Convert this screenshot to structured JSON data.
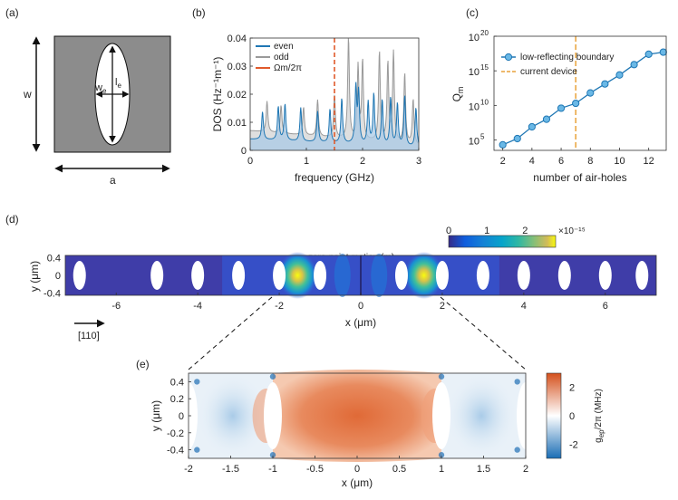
{
  "panels": {
    "a": {
      "label": "(a)",
      "w_label": "w",
      "a_label": "a",
      "we_label": "w",
      "we_sub": "e",
      "le_label": "l",
      "le_sub": "e"
    },
    "b": {
      "label": "(b)"
    },
    "c": {
      "label": "(c)"
    },
    "d": {
      "label": "(d)",
      "direction_label": "[110]"
    },
    "e": {
      "label": "(e)"
    }
  },
  "colors": {
    "blue": "#1f77b4",
    "gray": "#9a9a9a",
    "red": "#e05a2b",
    "orange": "#e8a23a",
    "cyan": "#6ab8e6",
    "hole_box": "#8c8c8c"
  },
  "chart_data": [
    {
      "id": "dos",
      "type": "line",
      "xlabel": "frequency (GHz)",
      "ylabel": "DOS (Hz⁻¹m⁻¹)",
      "xlim": [
        0,
        3
      ],
      "ylim": [
        0,
        0.04
      ],
      "xticks": [
        "0",
        "1",
        "2",
        "3"
      ],
      "yticks": [
        "0",
        "0.01",
        "0.02",
        "0.03",
        "0.04"
      ],
      "legend": [
        "even",
        "odd",
        "Ωm/2π"
      ],
      "marker_line_x": 1.5,
      "series": [
        {
          "name": "even",
          "peaks": [
            [
              0.22,
              0.01
            ],
            [
              0.5,
              0.012
            ],
            [
              0.62,
              0.013
            ],
            [
              0.9,
              0.012
            ],
            [
              1.2,
              0.011
            ],
            [
              1.42,
              0.012
            ],
            [
              1.63,
              0.016
            ],
            [
              1.88,
              0.02
            ],
            [
              1.93,
              0.018
            ],
            [
              2.1,
              0.015
            ],
            [
              2.2,
              0.018
            ],
            [
              2.35,
              0.016
            ],
            [
              2.5,
              0.017
            ],
            [
              2.62,
              0.015
            ],
            [
              2.75,
              0.018
            ],
            [
              2.95,
              0.014
            ]
          ]
        },
        {
          "name": "odd",
          "peaks": [
            [
              0.3,
              0.011
            ],
            [
              0.55,
              0.01
            ],
            [
              0.95,
              0.01
            ],
            [
              1.2,
              0.013
            ],
            [
              1.5,
              0.015
            ],
            [
              1.75,
              0.036
            ],
            [
              1.92,
              0.026
            ],
            [
              2.0,
              0.028
            ],
            [
              2.3,
              0.032
            ],
            [
              2.45,
              0.028
            ],
            [
              2.55,
              0.032
            ],
            [
              2.75,
              0.025
            ],
            [
              2.9,
              0.016
            ]
          ]
        }
      ]
    },
    {
      "id": "qm",
      "type": "line",
      "xlabel": "number of air-holes",
      "ylabel": "Q",
      "ylabel_sub": "m",
      "xlim": [
        1.4,
        13.2
      ],
      "ylog": true,
      "ylim_exp": [
        3.5,
        20
      ],
      "xticks": [
        "2",
        "4",
        "6",
        "8",
        "10",
        "12"
      ],
      "yticks": [
        "10",
        "10",
        "10",
        "10"
      ],
      "yticks_exp": [
        "5",
        "10",
        "15",
        "20"
      ],
      "legend": [
        "low-reflecting boundary",
        "current device"
      ],
      "vline_x": 7,
      "series": [
        {
          "name": "low-reflecting boundary",
          "x": [
            2,
            3,
            4,
            5,
            6,
            7,
            8,
            9,
            10,
            11,
            12,
            13
          ],
          "log10y": [
            4.3,
            5.2,
            6.9,
            8.0,
            9.6,
            10.3,
            11.8,
            13.1,
            14.4,
            15.9,
            17.4,
            17.7
          ]
        }
      ]
    },
    {
      "id": "zpm",
      "type": "heatmap",
      "title": "zero-point motion (m)",
      "xlabel": "x (μm)",
      "ylabel": "y (μm)",
      "xlim": [
        -7.25,
        7.25
      ],
      "ylim": [
        -0.45,
        0.45
      ],
      "xticks": [
        "-6",
        "-4",
        "-2",
        "0",
        "2",
        "4",
        "6"
      ],
      "yticks": [
        "0.4",
        "0",
        "-0.4"
      ],
      "colorbar_ticks": [
        "0",
        "1",
        "2"
      ],
      "colorbar_scale": "×10⁻¹⁵",
      "colorbar_range": [
        0,
        2.8
      ],
      "hole_centers": [
        -6.9,
        -5.0,
        -4.0,
        -3.0,
        -2.0,
        -1.0,
        1.0,
        2.0,
        3.0,
        4.0,
        5.0,
        6.0,
        6.9
      ]
    },
    {
      "id": "gep",
      "type": "heatmap",
      "xlabel": "x (μm)",
      "ylabel": "y (μm)",
      "xlim": [
        -2,
        2
      ],
      "ylim": [
        -0.5,
        0.5
      ],
      "xticks": [
        "-2",
        "-1.5",
        "-1",
        "-0.5",
        "0",
        "0.5",
        "1",
        "1.5",
        "2"
      ],
      "yticks": [
        "0.4",
        "0.2",
        "0",
        "-0.2",
        "-0.4"
      ],
      "colorbar_label": "g",
      "colorbar_label_sub": "ep",
      "colorbar_label_rest": "/2π (MHz)",
      "colorbar_ticks": [
        "2",
        "0",
        "-2"
      ],
      "colorbar_range": [
        -3,
        3
      ]
    }
  ]
}
